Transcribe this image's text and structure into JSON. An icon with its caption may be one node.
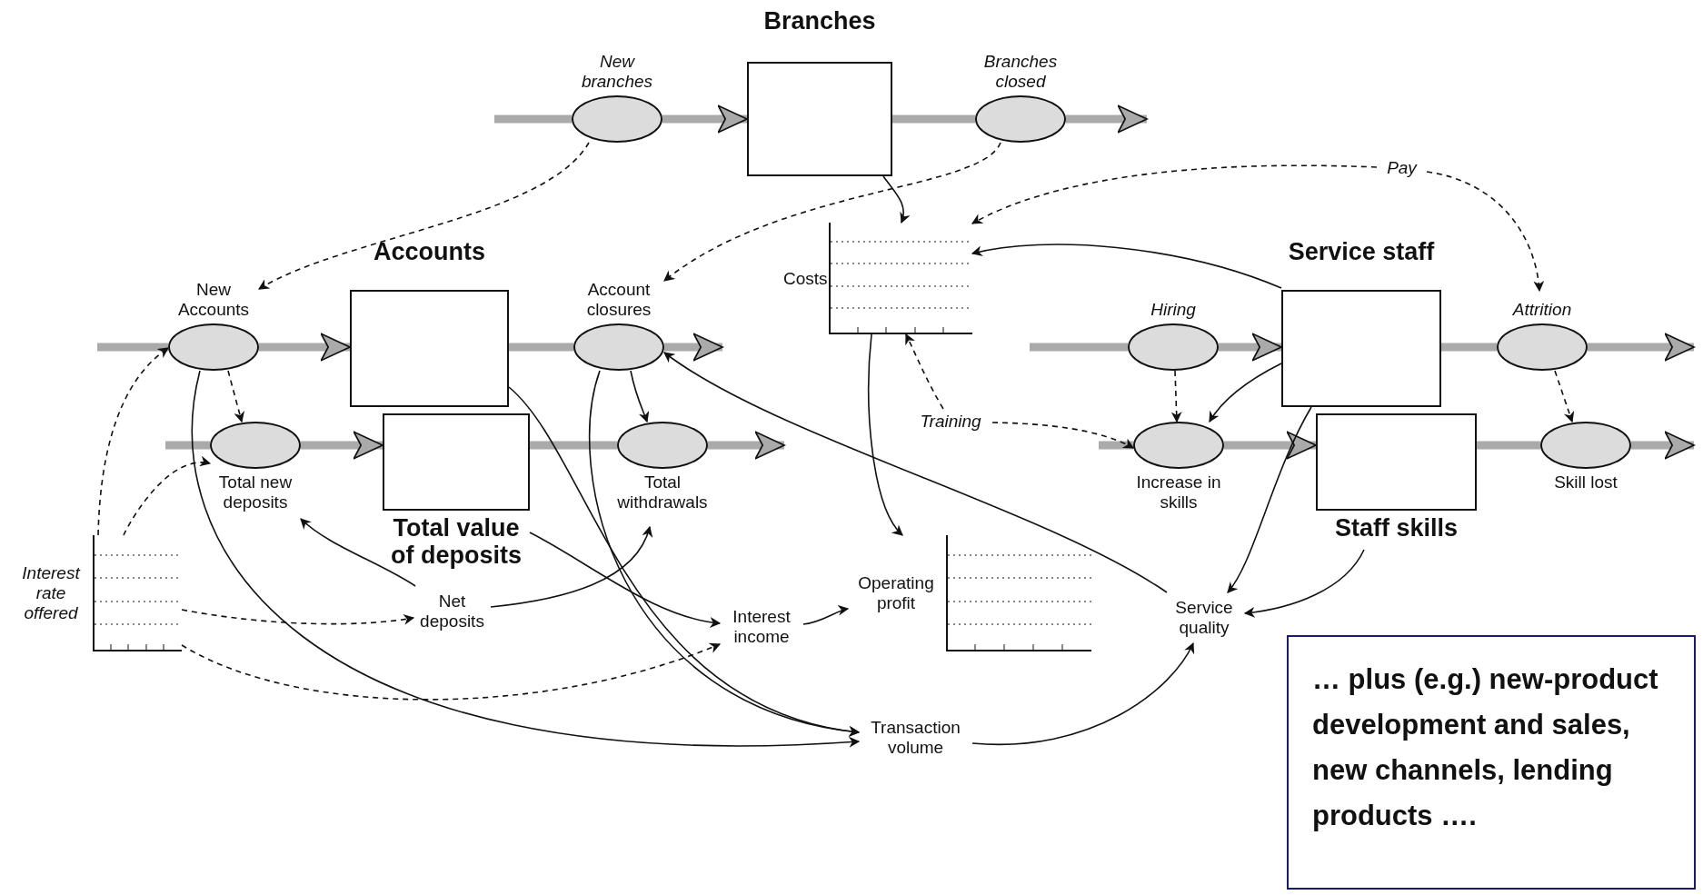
{
  "diagram": {
    "nodes": [
      {
        "text": [
          "Branches"
        ]
      },
      {
        "text": [
          "New branches"
        ]
      },
      {
        "text": [
          "Branches closed"
        ]
      },
      {
        "text": [
          "Accounts"
        ]
      },
      {
        "text": [
          "New Accounts"
        ]
      },
      {
        "text": [
          "Account closures"
        ]
      },
      {
        "text": [
          "Total value of deposits"
        ]
      },
      {
        "text": [
          "Total new deposits"
        ]
      },
      {
        "text": [
          "Total withdrawals"
        ]
      },
      {
        "text": [
          "Costs"
        ]
      },
      {
        "text": [
          "Pay"
        ]
      },
      {
        "text": [
          "Service staff"
        ]
      },
      {
        "text": [
          "Hiring"
        ]
      },
      {
        "text": [
          "Attrition"
        ]
      },
      {
        "text": [
          "Staff skills"
        ]
      },
      {
        "text": [
          "Increase in skills"
        ]
      },
      {
        "text": [
          "Skill lost"
        ]
      },
      {
        "text": [
          "Training"
        ]
      },
      {
        "text": [
          "Interest rate offered"
        ]
      },
      {
        "text": [
          "Net deposits"
        ]
      },
      {
        "text": [
          "Interest income"
        ]
      },
      {
        "text": [
          "Operating profit"
        ]
      },
      {
        "text": [
          "Service quality"
        ]
      },
      {
        "text": [
          "Transaction volume"
        ]
      },
      {
        "text": [
          "… plus (e.g.) new-product development and sales, new channels, lending products …."
        ]
      }
    ],
    "edges": [
      {
        "from": null,
        "to": 1,
        "arrow": "none",
        "style": "thick",
        "color": "#aaaaaa"
      },
      {
        "from": 1,
        "to": 0,
        "arrow": "to",
        "style": "thick",
        "color": "#aaaaaa"
      },
      {
        "from": 0,
        "to": 2,
        "arrow": "none",
        "style": "thick",
        "color": "#aaaaaa"
      },
      {
        "from": 2,
        "to": null,
        "arrow": "to",
        "style": "thick",
        "color": "#aaaaaa"
      },
      {
        "from": null,
        "to": 4,
        "arrow": "none",
        "style": "thick",
        "color": "#aaaaaa"
      },
      {
        "from": 4,
        "to": 3,
        "arrow": "to",
        "style": "thick",
        "color": "#aaaaaa"
      },
      {
        "from": 3,
        "to": 5,
        "arrow": "none",
        "style": "thick",
        "color": "#aaaaaa"
      },
      {
        "from": 5,
        "to": null,
        "arrow": "to",
        "style": "thick",
        "color": "#aaaaaa"
      },
      {
        "from": null,
        "to": 7,
        "arrow": "none",
        "style": "thick",
        "color": "#aaaaaa"
      },
      {
        "from": 7,
        "to": 6,
        "arrow": "to",
        "style": "thick",
        "color": "#aaaaaa"
      },
      {
        "from": 6,
        "to": 8,
        "arrow": "none",
        "style": "thick",
        "color": "#aaaaaa"
      },
      {
        "from": 8,
        "to": null,
        "arrow": "to",
        "style": "thick",
        "color": "#aaaaaa"
      },
      {
        "from": null,
        "to": 12,
        "arrow": "none",
        "style": "thick",
        "color": "#aaaaaa"
      },
      {
        "from": 12,
        "to": 11,
        "arrow": "to",
        "style": "thick",
        "color": "#aaaaaa"
      },
      {
        "from": 11,
        "to": 13,
        "arrow": "none",
        "style": "thick",
        "color": "#aaaaaa"
      },
      {
        "from": 13,
        "to": null,
        "arrow": "to",
        "style": "thick",
        "color": "#aaaaaa"
      },
      {
        "from": null,
        "to": 15,
        "arrow": "none",
        "style": "thick",
        "color": "#aaaaaa"
      },
      {
        "from": 15,
        "to": 14,
        "arrow": "to",
        "style": "thick",
        "color": "#aaaaaa"
      },
      {
        "from": 14,
        "to": 16,
        "arrow": "none",
        "style": "thick",
        "color": "#aaaaaa"
      },
      {
        "from": 16,
        "to": null,
        "arrow": "to",
        "style": "thick",
        "color": "#aaaaaa"
      },
      {
        "from": 1,
        "to": 4,
        "arrow": "to",
        "style": "dashed"
      },
      {
        "from": 2,
        "to": 5,
        "arrow": "to",
        "style": "dashed"
      },
      {
        "from": 0,
        "to": 9,
        "arrow": "to"
      },
      {
        "from": 10,
        "to": 9,
        "arrow": "to",
        "style": "dashed"
      },
      {
        "from": 10,
        "to": 13,
        "arrow": "to",
        "style": "dashed"
      },
      {
        "from": 11,
        "to": 9,
        "arrow": "to"
      },
      {
        "from": 4,
        "to": 7,
        "arrow": "to",
        "style": "dashed"
      },
      {
        "from": 5,
        "to": 8,
        "arrow": "to"
      },
      {
        "from": 12,
        "to": 15,
        "arrow": "to",
        "style": "dashed"
      },
      {
        "from": 11,
        "to": 15,
        "arrow": "to"
      },
      {
        "from": 13,
        "to": 16,
        "arrow": "to",
        "style": "dashed"
      },
      {
        "from": 17,
        "to": 9,
        "arrow": "to",
        "style": "dashed"
      },
      {
        "from": 17,
        "to": 15,
        "arrow": "to",
        "style": "dashed"
      },
      {
        "from": 18,
        "to": 4,
        "arrow": "to",
        "style": "dashed"
      },
      {
        "from": 18,
        "to": 7,
        "arrow": "to",
        "style": "dashed"
      },
      {
        "from": 18,
        "to": 19,
        "arrow": "to",
        "style": "dashed"
      },
      {
        "from": 18,
        "to": 20,
        "arrow": "to",
        "style": "dashed"
      },
      {
        "from": 19,
        "to": 7,
        "arrow": "to"
      },
      {
        "from": 19,
        "to": 8,
        "arrow": "to"
      },
      {
        "from": 6,
        "to": 20,
        "arrow": "to"
      },
      {
        "from": 20,
        "to": 21,
        "arrow": "to"
      },
      {
        "from": 9,
        "to": 21,
        "arrow": "to"
      },
      {
        "from": 4,
        "to": 23,
        "arrow": "to"
      },
      {
        "from": 3,
        "to": 23,
        "arrow": "to"
      },
      {
        "from": 5,
        "to": 23,
        "arrow": "to"
      },
      {
        "from": 23,
        "to": 22,
        "arrow": "to"
      },
      {
        "from": 22,
        "to": 5,
        "arrow": "to"
      },
      {
        "from": 11,
        "to": 22,
        "arrow": "to"
      },
      {
        "from": 14,
        "to": 22,
        "arrow": "to"
      }
    ]
  }
}
